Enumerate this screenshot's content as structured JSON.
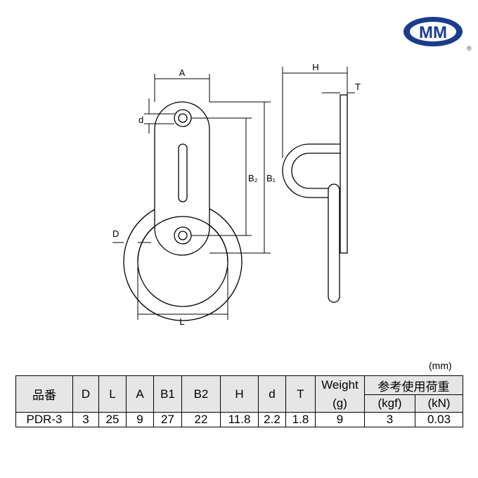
{
  "logo": {
    "text": "MM",
    "registered": "®",
    "color": "#1a3c8c"
  },
  "drawing_labels": {
    "A": "A",
    "H": "H",
    "T": "T",
    "d": "d",
    "B2": "B₂",
    "B1": "B₁",
    "D": "D",
    "L": "L"
  },
  "unit": "(mm)",
  "table": {
    "headers": [
      "品番",
      "D",
      "L",
      "A",
      "B1",
      "B2",
      "H",
      "d",
      "T"
    ],
    "weight_header": "Weight",
    "weight_unit": "(g)",
    "load_header": "参考使用荷重",
    "load_units": [
      "(kgf)",
      "(kN)"
    ],
    "rows": [
      [
        "PDR-3",
        "3",
        "25",
        "9",
        "27",
        "22",
        "11.8",
        "2.2",
        "1.8",
        "9",
        "3",
        "0.03"
      ]
    ]
  }
}
